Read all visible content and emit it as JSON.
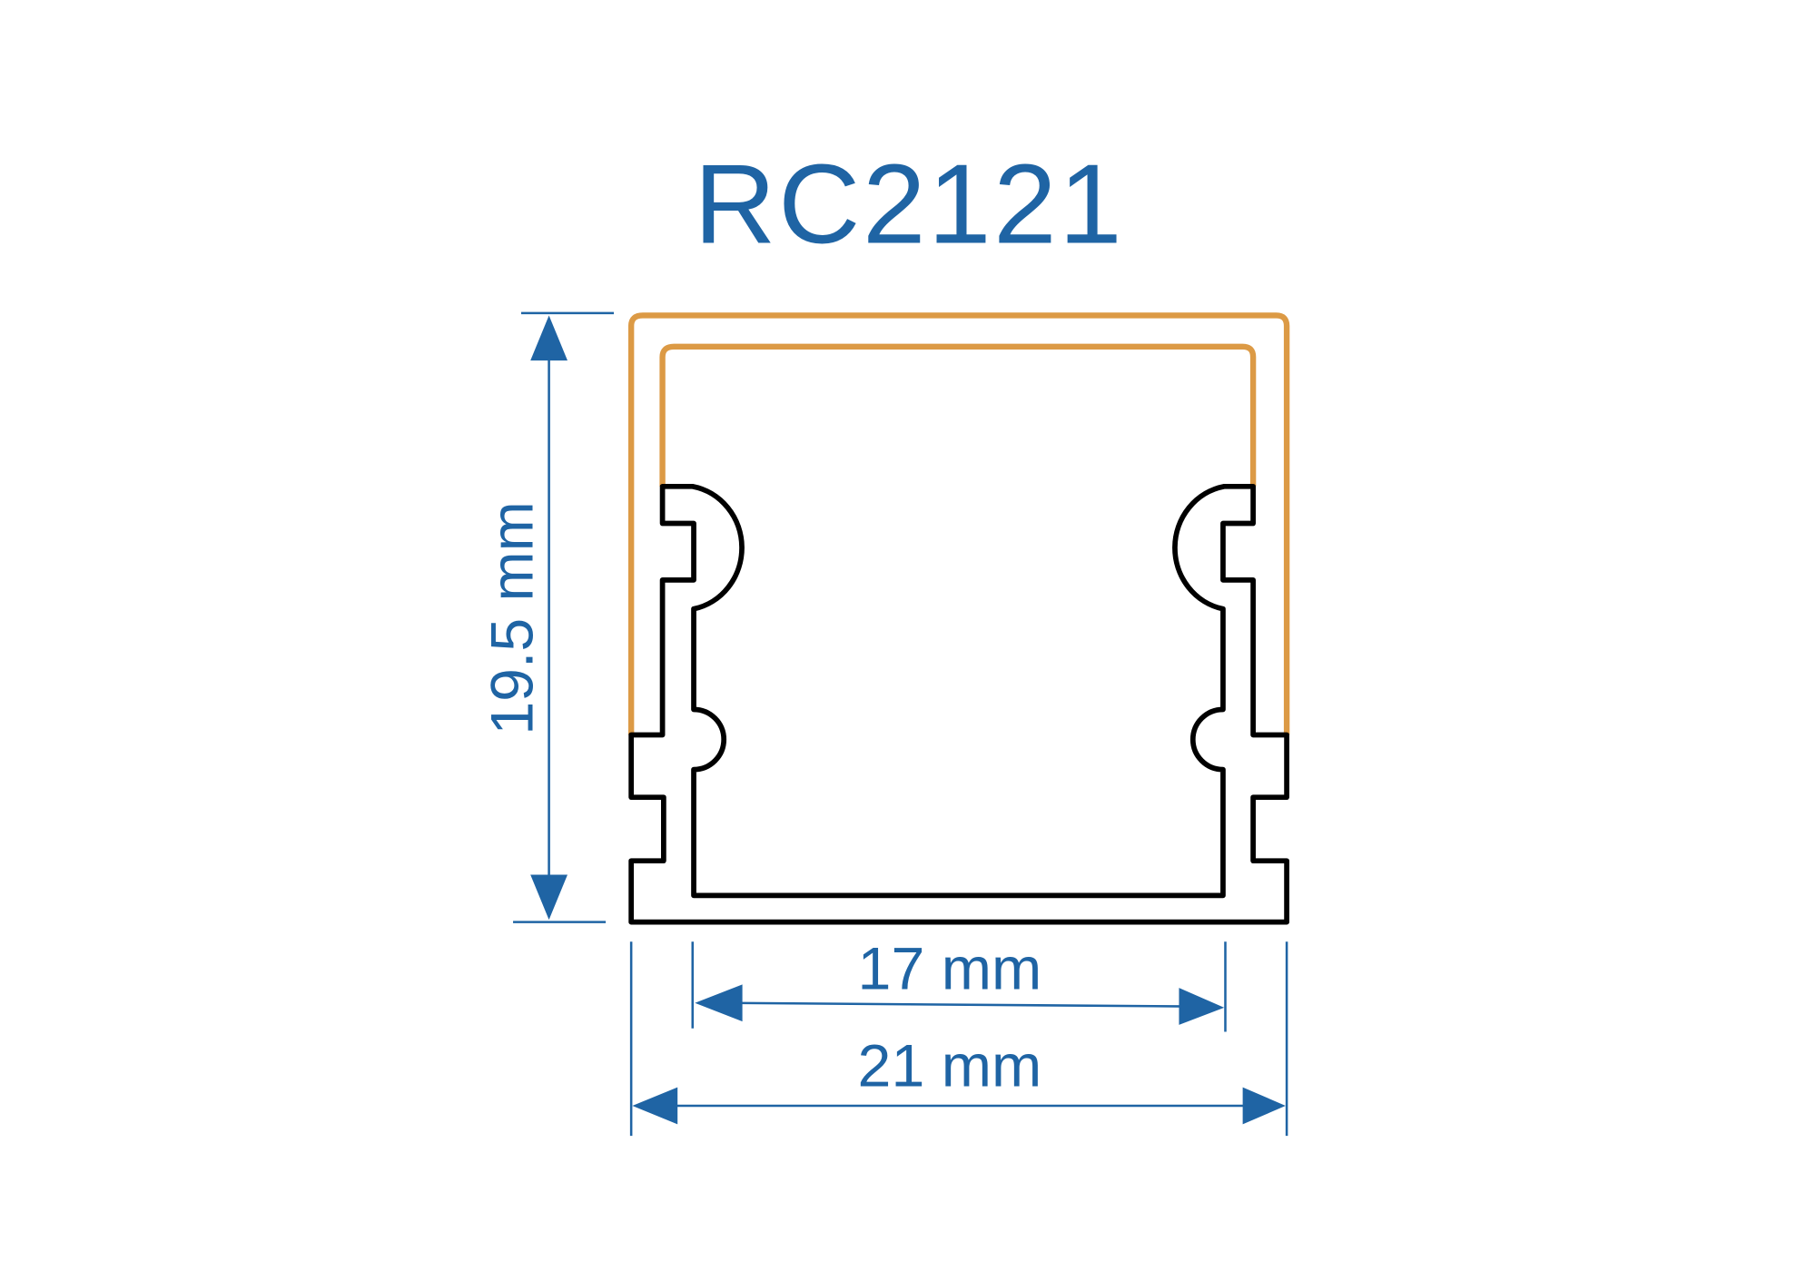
{
  "title": "RC2121",
  "dimensions": {
    "height_label": "19.5 mm",
    "inner_width_label": "17 mm",
    "outer_width_label": "21 mm"
  },
  "colors": {
    "dimension": "#1f64a4",
    "diffuser_cover": "#dc9a45",
    "profile": "#000000"
  }
}
